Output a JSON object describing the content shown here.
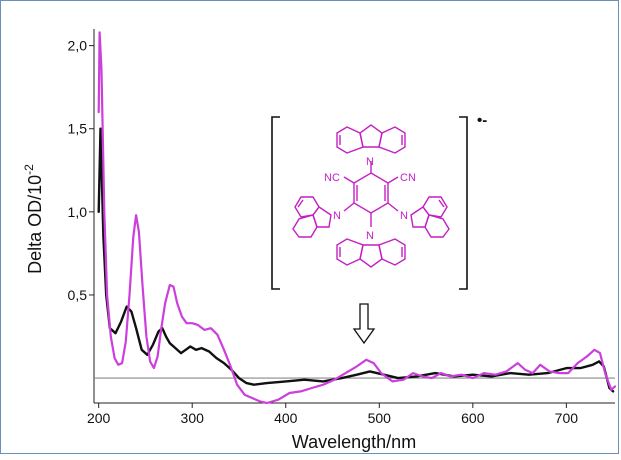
{
  "colors": {
    "black_series": "#111111",
    "magenta_series": "#cc3fdc",
    "structure": "#c41fc4",
    "baseline": "#8a8a8a",
    "frame": "#6b8fb5"
  },
  "chart_data": {
    "type": "line",
    "title": "",
    "xlabel": "Wavelength/nm",
    "ylabel": "Delta OD/10^-2",
    "ylabel_parts": {
      "base": "Delta OD/10",
      "sup": "-2"
    },
    "xlim": [
      195,
      752
    ],
    "ylim": [
      -0.15,
      2.1
    ],
    "x_ticks": [
      200,
      300,
      400,
      500,
      600,
      700
    ],
    "x_tick_labels": [
      "200",
      "300",
      "400",
      "500",
      "600",
      "700"
    ],
    "y_ticks": [
      0.5,
      1.0,
      1.5,
      2.0
    ],
    "y_tick_labels": [
      "0,5",
      "1,0",
      "1,5",
      "2,0"
    ],
    "baseline": 0.0,
    "grid": false,
    "legend": "none",
    "series": [
      {
        "color": "#111111",
        "points": [
          [
            200,
            1.0
          ],
          [
            202,
            1.5
          ],
          [
            205,
            0.85
          ],
          [
            208,
            0.5
          ],
          [
            212,
            0.3
          ],
          [
            218,
            0.27
          ],
          [
            224,
            0.34
          ],
          [
            230,
            0.43
          ],
          [
            235,
            0.4
          ],
          [
            240,
            0.3
          ],
          [
            246,
            0.17
          ],
          [
            252,
            0.14
          ],
          [
            258,
            0.2
          ],
          [
            264,
            0.28
          ],
          [
            268,
            0.3
          ],
          [
            272,
            0.25
          ],
          [
            276,
            0.21
          ],
          [
            282,
            0.18
          ],
          [
            288,
            0.15
          ],
          [
            293,
            0.17
          ],
          [
            298,
            0.19
          ],
          [
            304,
            0.17
          ],
          [
            310,
            0.18
          ],
          [
            318,
            0.16
          ],
          [
            326,
            0.12
          ],
          [
            334,
            0.09
          ],
          [
            342,
            0.05
          ],
          [
            350,
            0.0
          ],
          [
            358,
            -0.03
          ],
          [
            366,
            -0.04
          ],
          [
            380,
            -0.03
          ],
          [
            400,
            -0.02
          ],
          [
            420,
            -0.01
          ],
          [
            440,
            -0.02
          ],
          [
            460,
            0.0
          ],
          [
            476,
            0.02
          ],
          [
            490,
            0.04
          ],
          [
            505,
            0.02
          ],
          [
            520,
            0.0
          ],
          [
            540,
            0.01
          ],
          [
            560,
            0.03
          ],
          [
            580,
            0.01
          ],
          [
            600,
            0.02
          ],
          [
            620,
            0.01
          ],
          [
            640,
            0.03
          ],
          [
            660,
            0.02
          ],
          [
            680,
            0.03
          ],
          [
            700,
            0.06
          ],
          [
            715,
            0.06
          ],
          [
            728,
            0.08
          ],
          [
            735,
            0.1
          ],
          [
            740,
            0.07
          ],
          [
            746,
            -0.06
          ],
          [
            750,
            -0.08
          ]
        ]
      },
      {
        "color": "#cc3fdc",
        "points": [
          [
            200,
            1.6
          ],
          [
            201,
            2.08
          ],
          [
            203,
            1.85
          ],
          [
            206,
            1.0
          ],
          [
            209,
            0.5
          ],
          [
            213,
            0.25
          ],
          [
            217,
            0.12
          ],
          [
            221,
            0.08
          ],
          [
            225,
            0.09
          ],
          [
            229,
            0.22
          ],
          [
            233,
            0.5
          ],
          [
            237,
            0.85
          ],
          [
            240,
            0.98
          ],
          [
            243,
            0.88
          ],
          [
            247,
            0.55
          ],
          [
            251,
            0.25
          ],
          [
            255,
            0.1
          ],
          [
            259,
            0.06
          ],
          [
            263,
            0.13
          ],
          [
            267,
            0.3
          ],
          [
            271,
            0.45
          ],
          [
            276,
            0.56
          ],
          [
            280,
            0.55
          ],
          [
            284,
            0.45
          ],
          [
            289,
            0.37
          ],
          [
            294,
            0.33
          ],
          [
            300,
            0.33
          ],
          [
            306,
            0.32
          ],
          [
            313,
            0.29
          ],
          [
            320,
            0.3
          ],
          [
            327,
            0.26
          ],
          [
            334,
            0.17
          ],
          [
            341,
            0.07
          ],
          [
            348,
            -0.04
          ],
          [
            356,
            -0.1
          ],
          [
            364,
            -0.12
          ],
          [
            372,
            -0.14
          ],
          [
            380,
            -0.15
          ],
          [
            392,
            -0.13
          ],
          [
            404,
            -0.09
          ],
          [
            416,
            -0.08
          ],
          [
            428,
            -0.06
          ],
          [
            440,
            -0.04
          ],
          [
            452,
            -0.01
          ],
          [
            464,
            0.03
          ],
          [
            476,
            0.07
          ],
          [
            486,
            0.11
          ],
          [
            494,
            0.09
          ],
          [
            502,
            0.03
          ],
          [
            514,
            -0.02
          ],
          [
            526,
            -0.01
          ],
          [
            536,
            0.03
          ],
          [
            546,
            0.01
          ],
          [
            556,
            0.0
          ],
          [
            566,
            0.03
          ],
          [
            576,
            0.01
          ],
          [
            588,
            0.02
          ],
          [
            600,
            0.0
          ],
          [
            612,
            0.03
          ],
          [
            624,
            0.02
          ],
          [
            636,
            0.04
          ],
          [
            648,
            0.09
          ],
          [
            656,
            0.05
          ],
          [
            664,
            0.03
          ],
          [
            672,
            0.08
          ],
          [
            682,
            0.04
          ],
          [
            692,
            0.03
          ],
          [
            702,
            0.03
          ],
          [
            712,
            0.09
          ],
          [
            722,
            0.13
          ],
          [
            730,
            0.17
          ],
          [
            736,
            0.15
          ],
          [
            742,
            0.02
          ],
          [
            748,
            -0.07
          ],
          [
            752,
            -0.05
          ]
        ]
      }
    ],
    "annotations": {
      "radical_anion": "•-",
      "nitrile_left": "NC",
      "nitrile_right": "CN",
      "nitrogen": "N"
    }
  }
}
